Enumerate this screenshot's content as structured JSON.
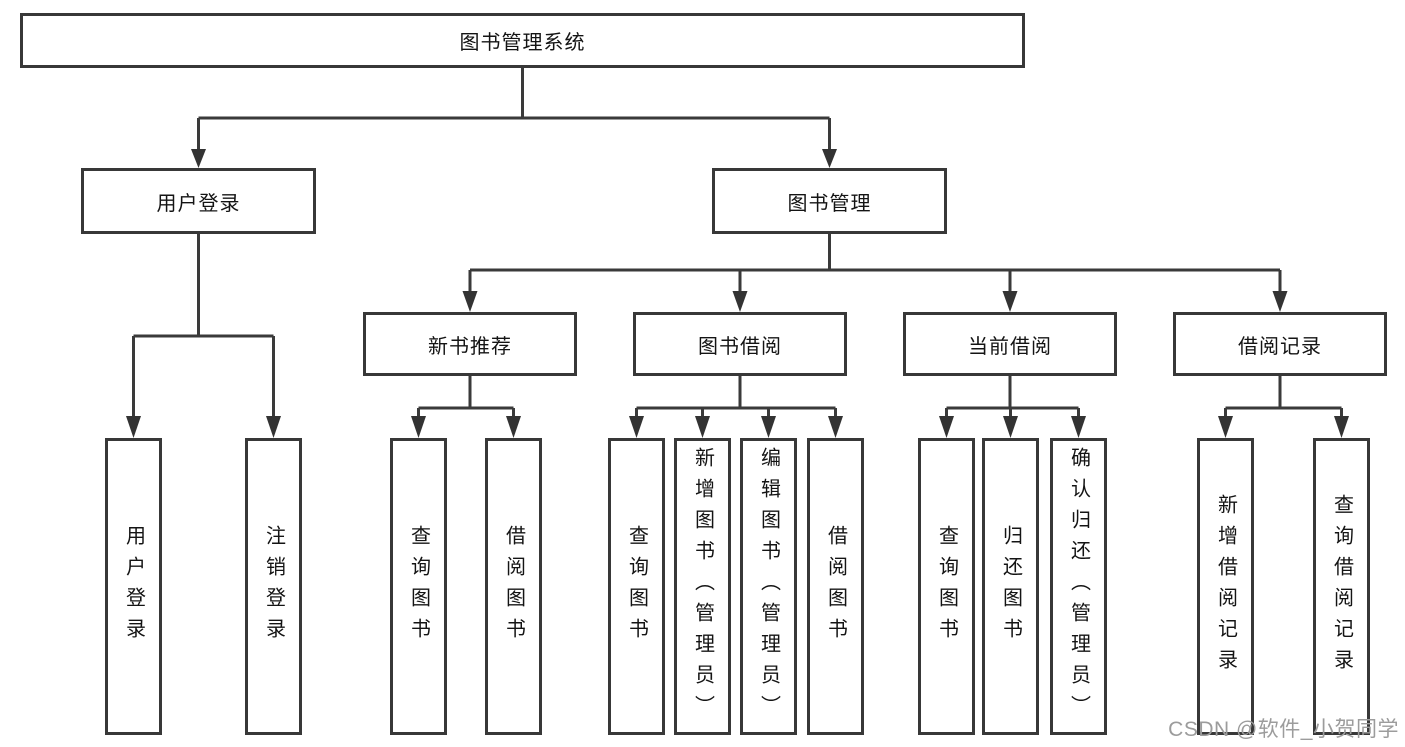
{
  "diagram_type": "hierarchy-tree",
  "tree": {
    "label": "图书管理系统",
    "children": [
      {
        "label": "用户登录",
        "children": [
          {
            "label": "用户登录"
          },
          {
            "label": "注销登录"
          }
        ]
      },
      {
        "label": "图书管理",
        "children": [
          {
            "label": "新书推荐",
            "children": [
              {
                "label": "查询图书"
              },
              {
                "label": "借阅图书"
              }
            ]
          },
          {
            "label": "图书借阅",
            "children": [
              {
                "label": "查询图书"
              },
              {
                "label": "新增图书（管理员）"
              },
              {
                "label": "编辑图书（管理员）"
              },
              {
                "label": "借阅图书"
              }
            ]
          },
          {
            "label": "当前借阅",
            "children": [
              {
                "label": "查询图书"
              },
              {
                "label": "归还图书"
              },
              {
                "label": "确认归还（管理员）"
              }
            ]
          },
          {
            "label": "借阅记录",
            "children": [
              {
                "label": "新增借阅记录"
              },
              {
                "label": "查询借阅记录"
              }
            ]
          }
        ]
      }
    ]
  },
  "watermark": {
    "text": "CSDN @软件_小贺同学"
  },
  "colors": {
    "line": "#3a3a3a",
    "box_border": "#383838",
    "text": "#141414",
    "watermark": "#9c9c9c",
    "background": "#ffffff"
  }
}
